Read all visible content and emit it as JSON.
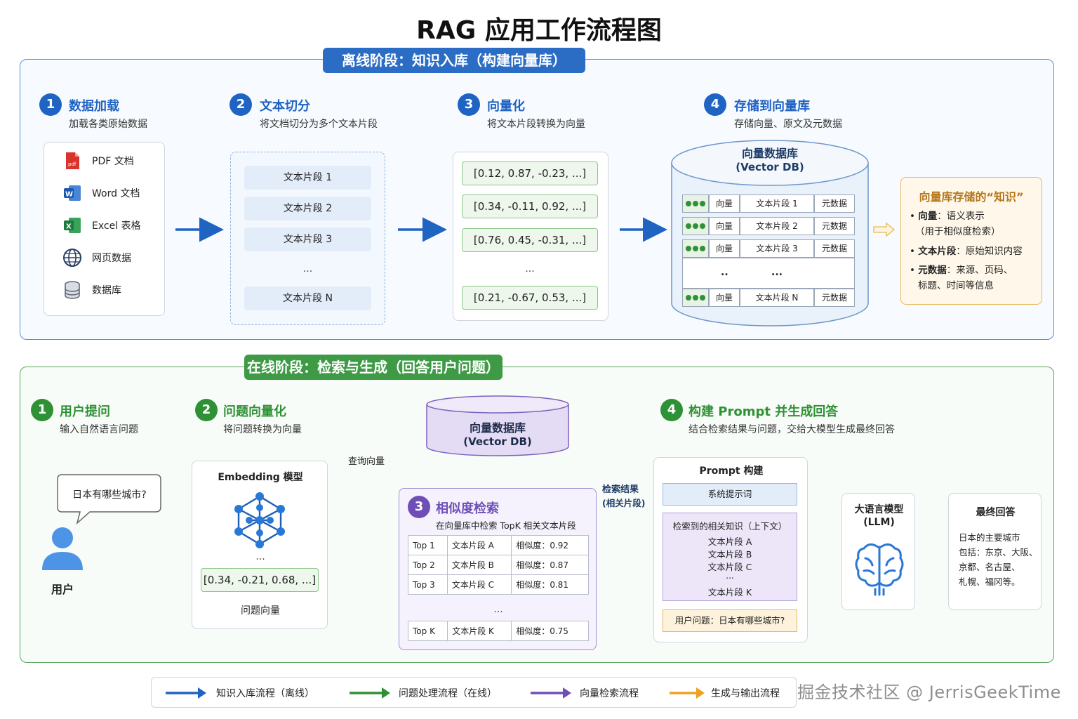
{
  "title": "RAG 应用工作流程图",
  "offline": {
    "banner": "离线阶段：知识入库（构建向量库）",
    "steps": [
      {
        "num": "1",
        "title": "数据加载",
        "desc": "加载各类原始数据"
      },
      {
        "num": "2",
        "title": "文本切分",
        "desc": "将文档切分为多个文本片段"
      },
      {
        "num": "3",
        "title": "向量化",
        "desc": "将文本片段转换为向量"
      },
      {
        "num": "4",
        "title": "存储到向量库",
        "desc": "存储向量、原文及元数据"
      }
    ],
    "sources": [
      {
        "label": "PDF 文档",
        "icon": "pdf-icon"
      },
      {
        "label": "Word 文档",
        "icon": "word-icon"
      },
      {
        "label": "Excel 表格",
        "icon": "excel-icon"
      },
      {
        "label": "网页数据",
        "icon": "globe-icon"
      },
      {
        "label": "数据库",
        "icon": "database-icon"
      }
    ],
    "chunks": [
      "文本片段 1",
      "文本片段 2",
      "文本片段 3",
      "...",
      "文本片段 N"
    ],
    "vectors": [
      "[0.12, 0.87, -0.23, ...]",
      "[0.34, -0.11, 0.92, ...]",
      "[0.76, 0.45, -0.31, ...]",
      "...",
      "[0.21, -0.67, 0.53, ...]"
    ],
    "vector_db": {
      "title": "向量数据库",
      "subtitle": "(Vector DB)",
      "rows": [
        {
          "vec": "向量",
          "chunk": "文本片段 1",
          "meta": "元数据"
        },
        {
          "vec": "向量",
          "chunk": "文本片段 2",
          "meta": "元数据"
        },
        {
          "vec": "向量",
          "chunk": "文本片段 3",
          "meta": "元数据"
        },
        {
          "vec": "向量",
          "chunk": "文本片段 N",
          "meta": "元数据"
        }
      ],
      "ellipsis1": "..",
      "ellipsis2": "..."
    },
    "knowledge": {
      "title": "向量库存储的“知识”",
      "items": [
        {
          "label": "向量",
          "text": "：语义表示",
          "extra": "（用于相似度检索）"
        },
        {
          "label": "文本片段",
          "text": "：原始知识内容",
          "extra": ""
        },
        {
          "label": "元数据",
          "text": "：来源、页码、",
          "extra": "标题、时间等信息"
        }
      ]
    }
  },
  "online": {
    "banner": "在线阶段：检索与生成（回答用户问题）",
    "step1": {
      "num": "1",
      "title": "用户提问",
      "desc": "输入自然语言问题"
    },
    "step2": {
      "num": "2",
      "title": "问题向量化",
      "desc": "将问题转换为向量"
    },
    "step3": {
      "num": "3",
      "title": "相似度检索",
      "desc": "在向量库中检索 TopK 相关文本片段"
    },
    "step4": {
      "num": "4",
      "title": "构建 Prompt 并生成回答",
      "desc": "结合检索结果与问题，交给大模型生成最终回答"
    },
    "question": "日本有哪些城市?",
    "user_label": "用户",
    "embedding": {
      "title": "Embedding 模型",
      "dots": "...",
      "vector": "[0.34, -0.21, 0.68, ...]",
      "caption": "问题向量"
    },
    "query_label": "查询向量",
    "db": {
      "title": "向量数据库",
      "subtitle": "(Vector DB)"
    },
    "results": [
      {
        "rank": "Top 1",
        "chunk": "文本片段 A",
        "score": "相似度：0.92"
      },
      {
        "rank": "Top 2",
        "chunk": "文本片段 B",
        "score": "相似度：0.87"
      },
      {
        "rank": "Top 3",
        "chunk": "文本片段 C",
        "score": "相似度：0.81"
      },
      {
        "rank": "Top K",
        "chunk": "文本片段 K",
        "score": "相似度：0.75"
      }
    ],
    "results_ellipsis": "...",
    "retrieval_label": "检索结果",
    "retrieval_sub": "(相关片段)",
    "prompt": {
      "title": "Prompt 构建",
      "system": "系统提示词",
      "context_title": "检索到的相关知识（上下文）",
      "context_items": [
        "文本片段 A",
        "文本片段 B",
        "文本片段 C",
        "...",
        "文本片段 K"
      ],
      "user_q": "用户问题：日本有哪些城市?"
    },
    "llm": {
      "title": "大语言模型",
      "subtitle": "(LLM)"
    },
    "answer": {
      "title": "最终回答",
      "lines": [
        "日本的主要城市",
        "包括：东京、大阪、",
        "京都、名古屋、",
        "札幌、福冈等。"
      ]
    }
  },
  "legend": [
    {
      "label": "知识入库流程（离线）",
      "color": "#1f63c3"
    },
    {
      "label": "问题处理流程（在线）",
      "color": "#2f9135"
    },
    {
      "label": "向量检索流程",
      "color": "#6f4fb7"
    },
    {
      "label": "生成与输出流程",
      "color": "#f0a020"
    }
  ],
  "watermark": "掘金技术社区 @ JerrisGeekTime"
}
